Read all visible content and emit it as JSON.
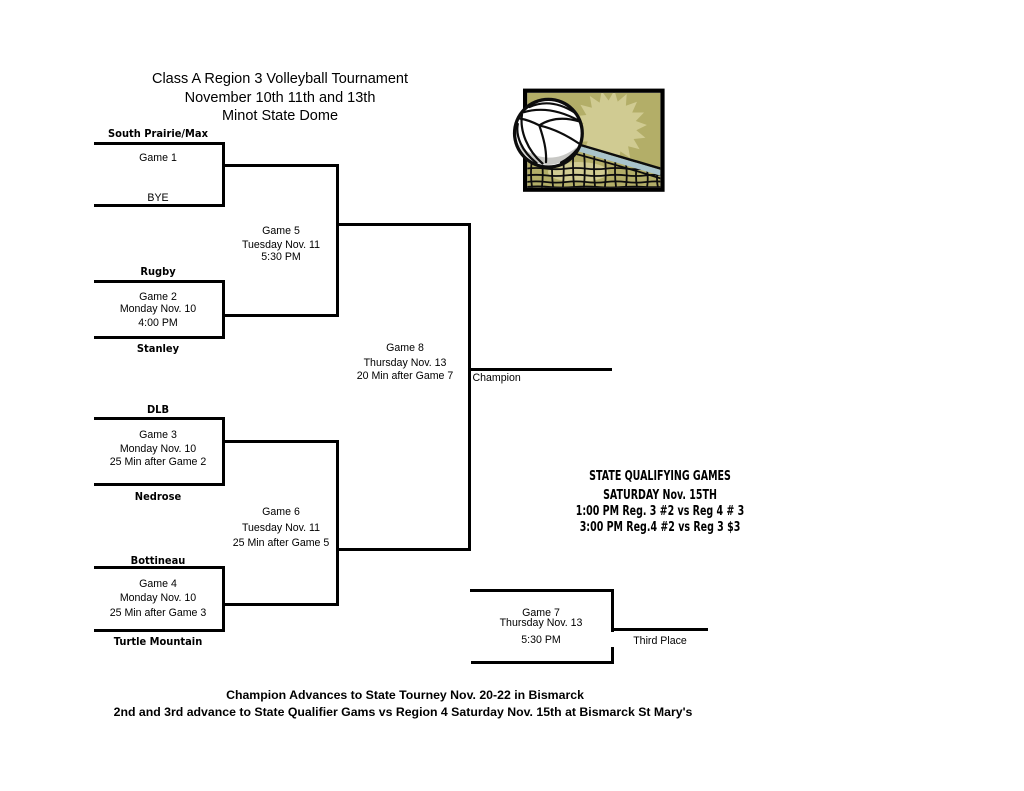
{
  "title": {
    "line1": "Class A Region 3 Volleyball Tournament",
    "line2": "November 10th 11th and 13th",
    "line3": "Minot State Dome"
  },
  "bracket": {
    "round1": [
      {
        "top_team": "South Prairie/Max",
        "bottom_team": "BYE",
        "game": "Game 1"
      },
      {
        "top_team": "Rugby",
        "bottom_team": "Stanley",
        "game": "Game 2",
        "date": "Monday Nov. 10",
        "time": "4:00 PM"
      },
      {
        "top_team": "DLB",
        "bottom_team": "Nedrose",
        "game": "Game 3",
        "date": "Monday Nov. 10",
        "time": "25 Min after Game 2"
      },
      {
        "top_team": "Bottineau",
        "bottom_team": "Turtle Mountain",
        "game": "Game 4",
        "date": "Monday Nov. 10",
        "time": "25 Min after Game 3"
      }
    ],
    "semifinals": [
      {
        "game": "Game 5",
        "date": "Tuesday Nov. 11",
        "time": "5:30 PM"
      },
      {
        "game": "Game 6",
        "date": "Tuesday Nov. 11",
        "time": "25 Min after Game 5"
      }
    ],
    "final": {
      "game": "Game 8",
      "date": "Thursday Nov. 13",
      "time": "20 Min after Game 7",
      "result_label": "Champion"
    },
    "third_place_game": {
      "game": "Game 7",
      "date": "Thursday Nov. 13",
      "time": "5:30 PM",
      "result_label": "Third Place"
    }
  },
  "qualifying": {
    "line1": "STATE QUALIFYING GAMES",
    "line2": "SATURDAY Nov. 15TH",
    "line3": "1:00 PM Reg. 3 #2 vs Reg 4 # 3",
    "line4": "3:00 PM Reg.4 #2 vs Reg 3 $3"
  },
  "footer": {
    "line1": "Champion Advances to State Tourney Nov. 20-22 in Bismarck",
    "line2": "2nd and 3rd advance to State Qualifier Gams vs Region 4 Saturday Nov. 15th  at Bismarck St Mary's"
  },
  "clipart": {
    "name": "volleyball-and-net",
    "frame_color": "#000000",
    "background_color": "#b3ae68",
    "sun_color": "#d0cb92",
    "net_band_color": "#a9c4cb",
    "ball_color": "#ffffff",
    "ball_shadow_color": "#c8c8c5"
  }
}
